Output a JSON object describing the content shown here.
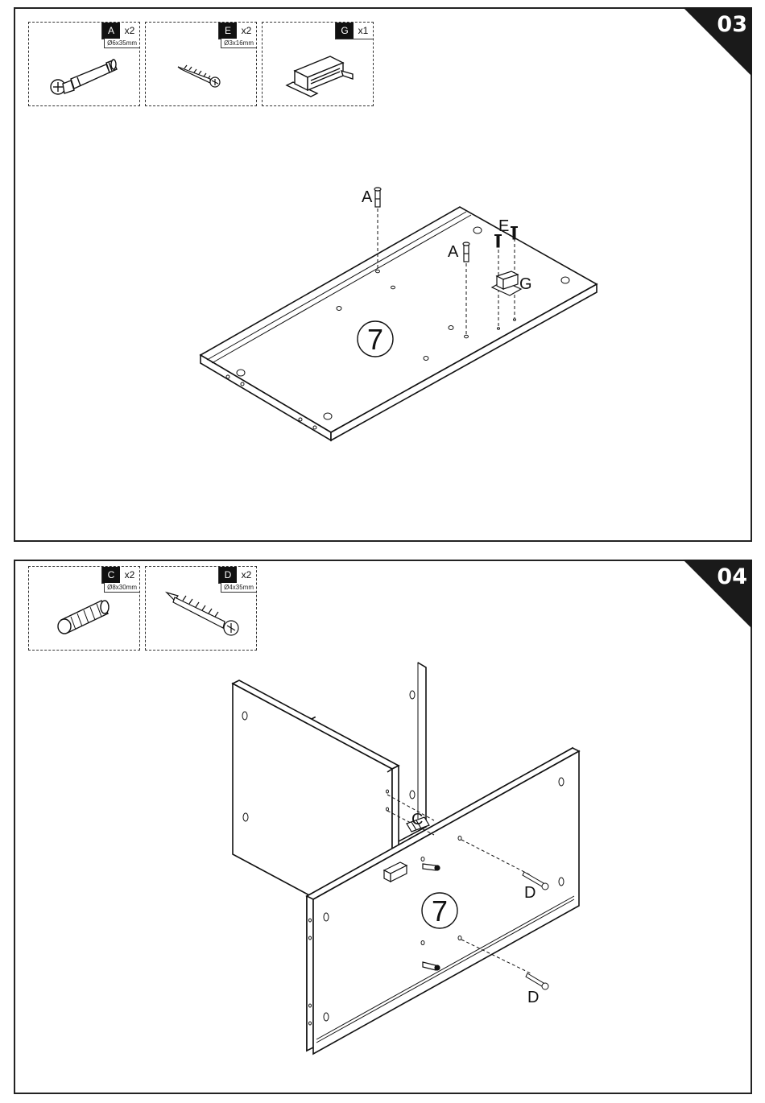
{
  "steps": [
    {
      "number": "03",
      "parts": [
        {
          "letter": "A",
          "qty": "x2",
          "size": "Ø6x35mm",
          "icon": "cam-bolt-icon"
        },
        {
          "letter": "E",
          "qty": "x2",
          "size": "Ø3x16mm",
          "icon": "small-screw-icon"
        },
        {
          "letter": "G",
          "qty": "x1",
          "size": "",
          "icon": "magnetic-catch-icon"
        }
      ],
      "callouts": {
        "a1": "A",
        "a2": "A",
        "e": "E",
        "g": "G"
      },
      "panel_number": "7"
    },
    {
      "number": "04",
      "parts": [
        {
          "letter": "C",
          "qty": "x2",
          "size": "Ø8x30mm",
          "icon": "wooden-dowel-icon"
        },
        {
          "letter": "D",
          "qty": "x2",
          "size": "Ø4x35mm",
          "icon": "long-screw-icon"
        }
      ],
      "callouts": {
        "c": "C",
        "d1": "D",
        "d2": "D"
      },
      "panel_number": "7"
    }
  ],
  "colors": {
    "ink": "#111111",
    "frame": "#222222",
    "tag_bg": "#111111"
  }
}
